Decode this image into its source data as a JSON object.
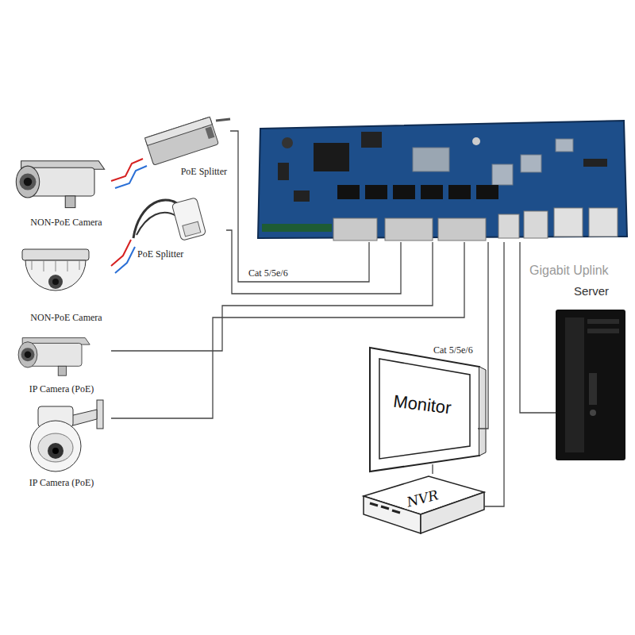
{
  "diagram": {
    "nodes": [
      {
        "text": []
      },
      {
        "text": [
          "PoE Splitter"
        ]
      },
      {
        "text": [
          "NON-PoE Camera"
        ]
      },
      {
        "text": [
          "PoE Splitter"
        ]
      },
      {
        "text": [
          "Server"
        ]
      },
      {
        "text": [
          "NON-PoE Camera"
        ]
      },
      {
        "text": [
          "IP Camera (PoE)"
        ]
      },
      {
        "text": [
          "Monitor"
        ]
      },
      {
        "text": [
          "IP Camera (PoE)"
        ]
      },
      {
        "text": [
          "NVR"
        ]
      }
    ],
    "edges": [
      {
        "from": 2,
        "to": 1,
        "arrow": "none"
      },
      {
        "from": 1,
        "to": 0,
        "arrow": "none"
      },
      {
        "from": 5,
        "to": 3,
        "arrow": "none"
      },
      {
        "from": 3,
        "to": 0,
        "arrow": "none"
      },
      {
        "from": 6,
        "to": 0,
        "arrow": "none"
      },
      {
        "from": 8,
        "to": 0,
        "arrow": "none"
      },
      {
        "from": 0,
        "to": 7,
        "arrow": "none"
      },
      {
        "from": 0,
        "to": 9,
        "arrow": "none"
      },
      {
        "from": 0,
        "to": 4,
        "label": "Gigabit Uplink",
        "arrow": "none"
      },
      {
        "from": 7,
        "to": 9,
        "arrow": "none"
      }
    ],
    "labels": [
      "Cat 5/5e/6",
      "Cat 5/5e/6"
    ]
  }
}
